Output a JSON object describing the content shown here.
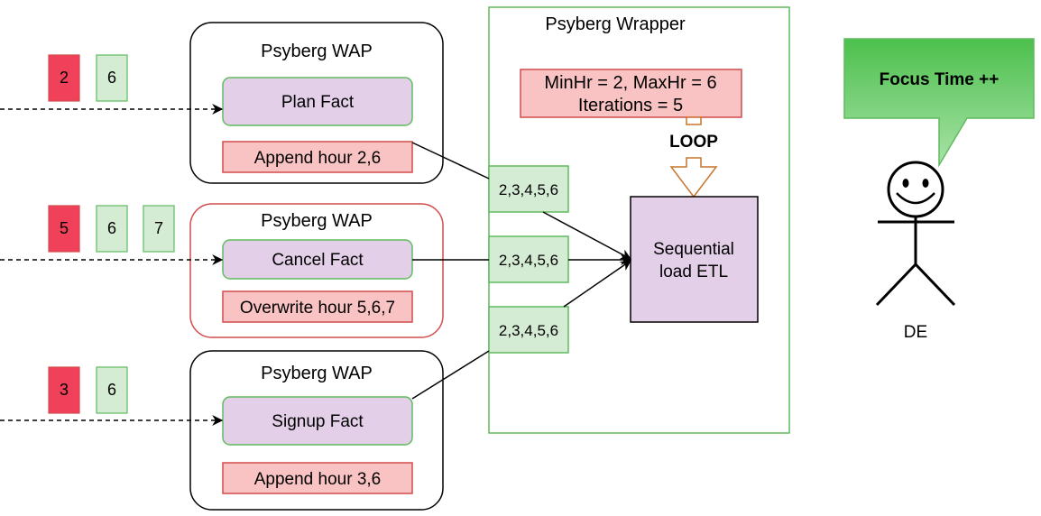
{
  "colors": {
    "red_badge": "#f0405a",
    "green_badge": "#d5ecd4",
    "green_border": "#5fbb5f",
    "pink_box": "#f9c3c3",
    "pink_border": "#d24c4c",
    "purple_box": "#e3d0e8",
    "orange_arrow": "#c8742a",
    "callout_green": "#5ecb5e"
  },
  "inputs": [
    {
      "red": "2",
      "greens": [
        "6"
      ]
    },
    {
      "red": "5",
      "greens": [
        "6",
        "7"
      ]
    },
    {
      "red": "3",
      "greens": [
        "6"
      ]
    }
  ],
  "waps": [
    {
      "title": "Psyberg WAP",
      "fact": "Plan Fact",
      "action": "Append hour 2,6"
    },
    {
      "title": "Psyberg WAP",
      "fact": "Cancel Fact",
      "action": "Overwrite hour 5,6,7"
    },
    {
      "title": "Psyberg WAP",
      "fact": "Signup Fact",
      "action": "Append hour 3,6"
    }
  ],
  "wrapper": {
    "title": "Psyberg Wrapper",
    "params_line1": "MinHr = 2, MaxHr = 6",
    "params_line2": "Iterations = 5",
    "loop_label": "LOOP",
    "hour_lists": [
      "2,3,4,5,6",
      "2,3,4,5,6",
      "2,3,4,5,6"
    ],
    "etl_line1": "Sequential",
    "etl_line2": "load ETL"
  },
  "de": {
    "callout": "Focus Time ++",
    "label": "DE"
  }
}
